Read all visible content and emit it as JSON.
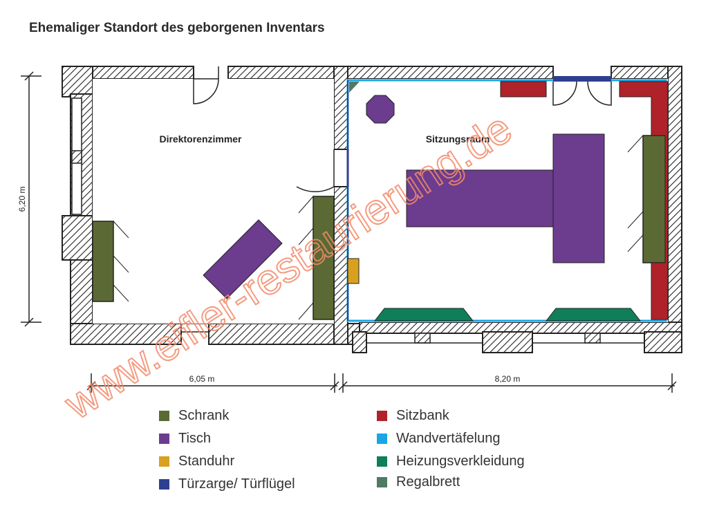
{
  "title": "Ehemaliger Standort des geborgenen Inventars",
  "rooms": {
    "left": "Direktorenzimmer",
    "right": "Sitzungsraum"
  },
  "dimensions": {
    "height": "6,20 m",
    "width_left": "6,05 m",
    "width_right": "8,20 m"
  },
  "legend": {
    "items": [
      {
        "label": "Schrank",
        "color": "#5b6a34"
      },
      {
        "label": "Tisch",
        "color": "#6c3c8e"
      },
      {
        "label": "Standuhr",
        "color": "#d9a020"
      },
      {
        "label": "Türzarge/ Türflügel",
        "color": "#2e3f8f"
      },
      {
        "label": "Sitzbank",
        "color": "#b02229"
      },
      {
        "label": "Wandvertäfelung",
        "color": "#1aa6e6"
      },
      {
        "label": "Heizungsverkleidung",
        "color": "#0f7f5a"
      },
      {
        "label": "Regalbrett",
        "color": "#507a62"
      }
    ]
  },
  "watermark": "www.eifler-restaurierung.de"
}
